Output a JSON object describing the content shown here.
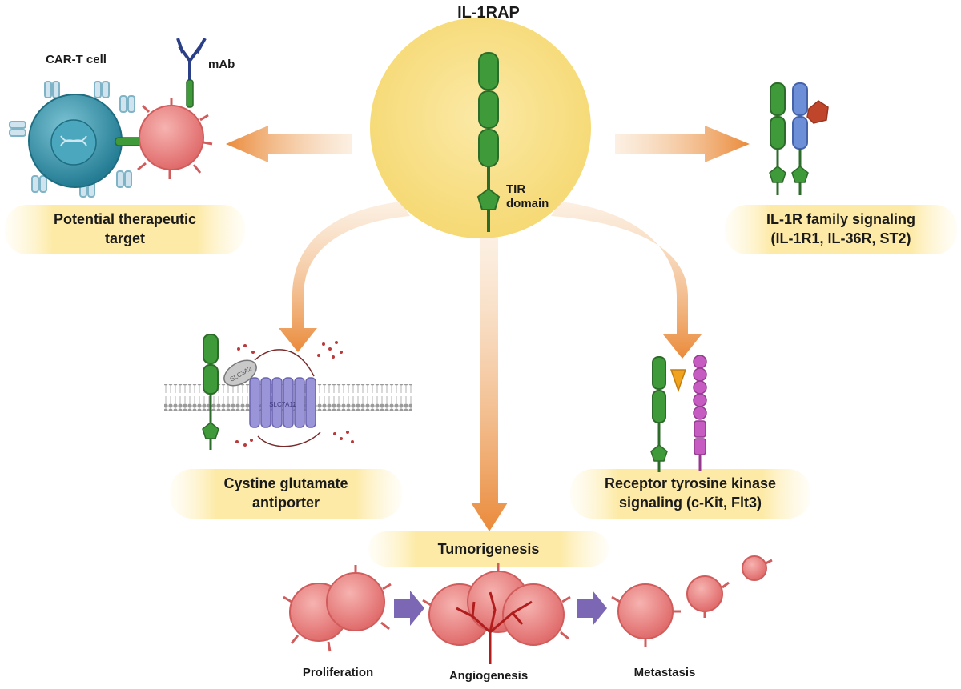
{
  "title": "IL-1RAP",
  "tir_line1": "TIR",
  "tir_line2": "domain",
  "cart_label": "CAR-T cell",
  "mab_label": "mAb",
  "therapeutic": {
    "line1": "Potential therapeutic",
    "line2": "target"
  },
  "il1r": {
    "line1": "IL-1R family signaling",
    "line2": "(IL-1R1, IL-36R, ST2)"
  },
  "cystine": {
    "line1": "Cystine glutamate",
    "line2": "antiporter"
  },
  "rtk": {
    "line1": "Receptor tyrosine kinase",
    "line2": "signaling (c-Kit, Flt3)"
  },
  "tumorigenesis": "Tumorigenesis",
  "stage_proliferation": "Proliferation",
  "stage_angiogenesis": "Angiogenesis",
  "stage_metastasis": "Metastasis",
  "slc3a2_label": "SLC3A2",
  "slc7a11_label": "SLC7A11",
  "colors": {
    "circle": "#f9e08a",
    "arrow": "#ea8a3a",
    "receptor_green": "#3f9b3a",
    "receptor_blue": "#6d8fd8",
    "receptor_magenta": "#c65bc2",
    "tumor_cell": "#e97b7b",
    "cart_cell": "#2e8ea5",
    "purple_arrow": "#7b67b3"
  }
}
